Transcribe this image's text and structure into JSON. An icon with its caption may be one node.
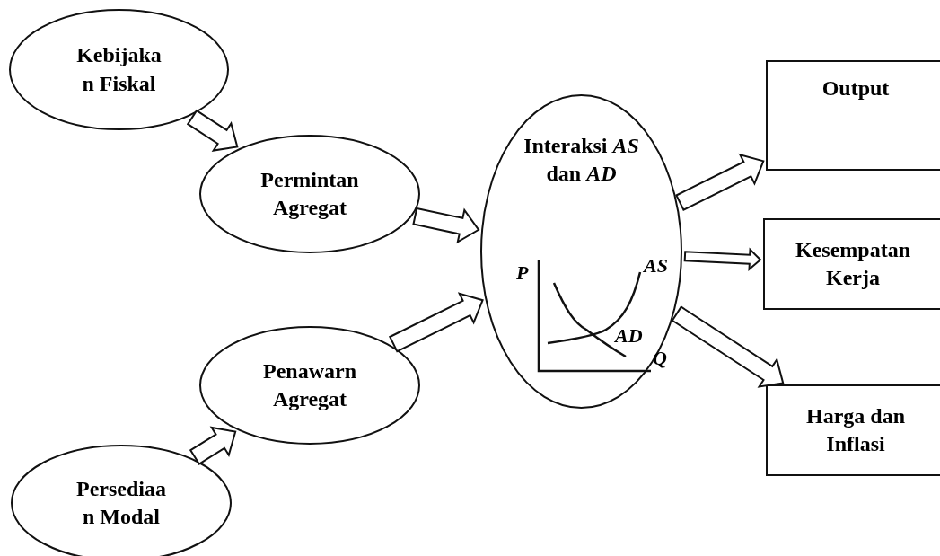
{
  "diagram": {
    "nodes": [
      {
        "text": [
          "Kebijaka n Fiskal"
        ]
      },
      {
        "text": [
          "Permintan Agregat"
        ]
      },
      {
        "text": [
          "Persediaa n Modal"
        ]
      },
      {
        "text": [
          "Penawarn Agregat"
        ]
      },
      {
        "text": [
          "Interaksi *AS* dan *AD*",
          "P",
          "AS",
          "AD",
          "Q"
        ]
      },
      {
        "text": [
          "Output"
        ]
      },
      {
        "text": [
          "Kesempatan Kerja"
        ]
      },
      {
        "text": [
          "Harga dan Inflasi"
        ]
      }
    ],
    "edges": [
      {
        "from": 0,
        "to": 1,
        "arrow": "to"
      },
      {
        "from": 1,
        "to": 4,
        "arrow": "to"
      },
      {
        "from": 2,
        "to": 3,
        "arrow": "to"
      },
      {
        "from": 3,
        "to": 4,
        "arrow": "to"
      },
      {
        "from": 4,
        "to": 5,
        "arrow": "to"
      },
      {
        "from": 4,
        "to": 6,
        "arrow": "to"
      },
      {
        "from": 4,
        "to": 7,
        "arrow": "to"
      }
    ]
  }
}
